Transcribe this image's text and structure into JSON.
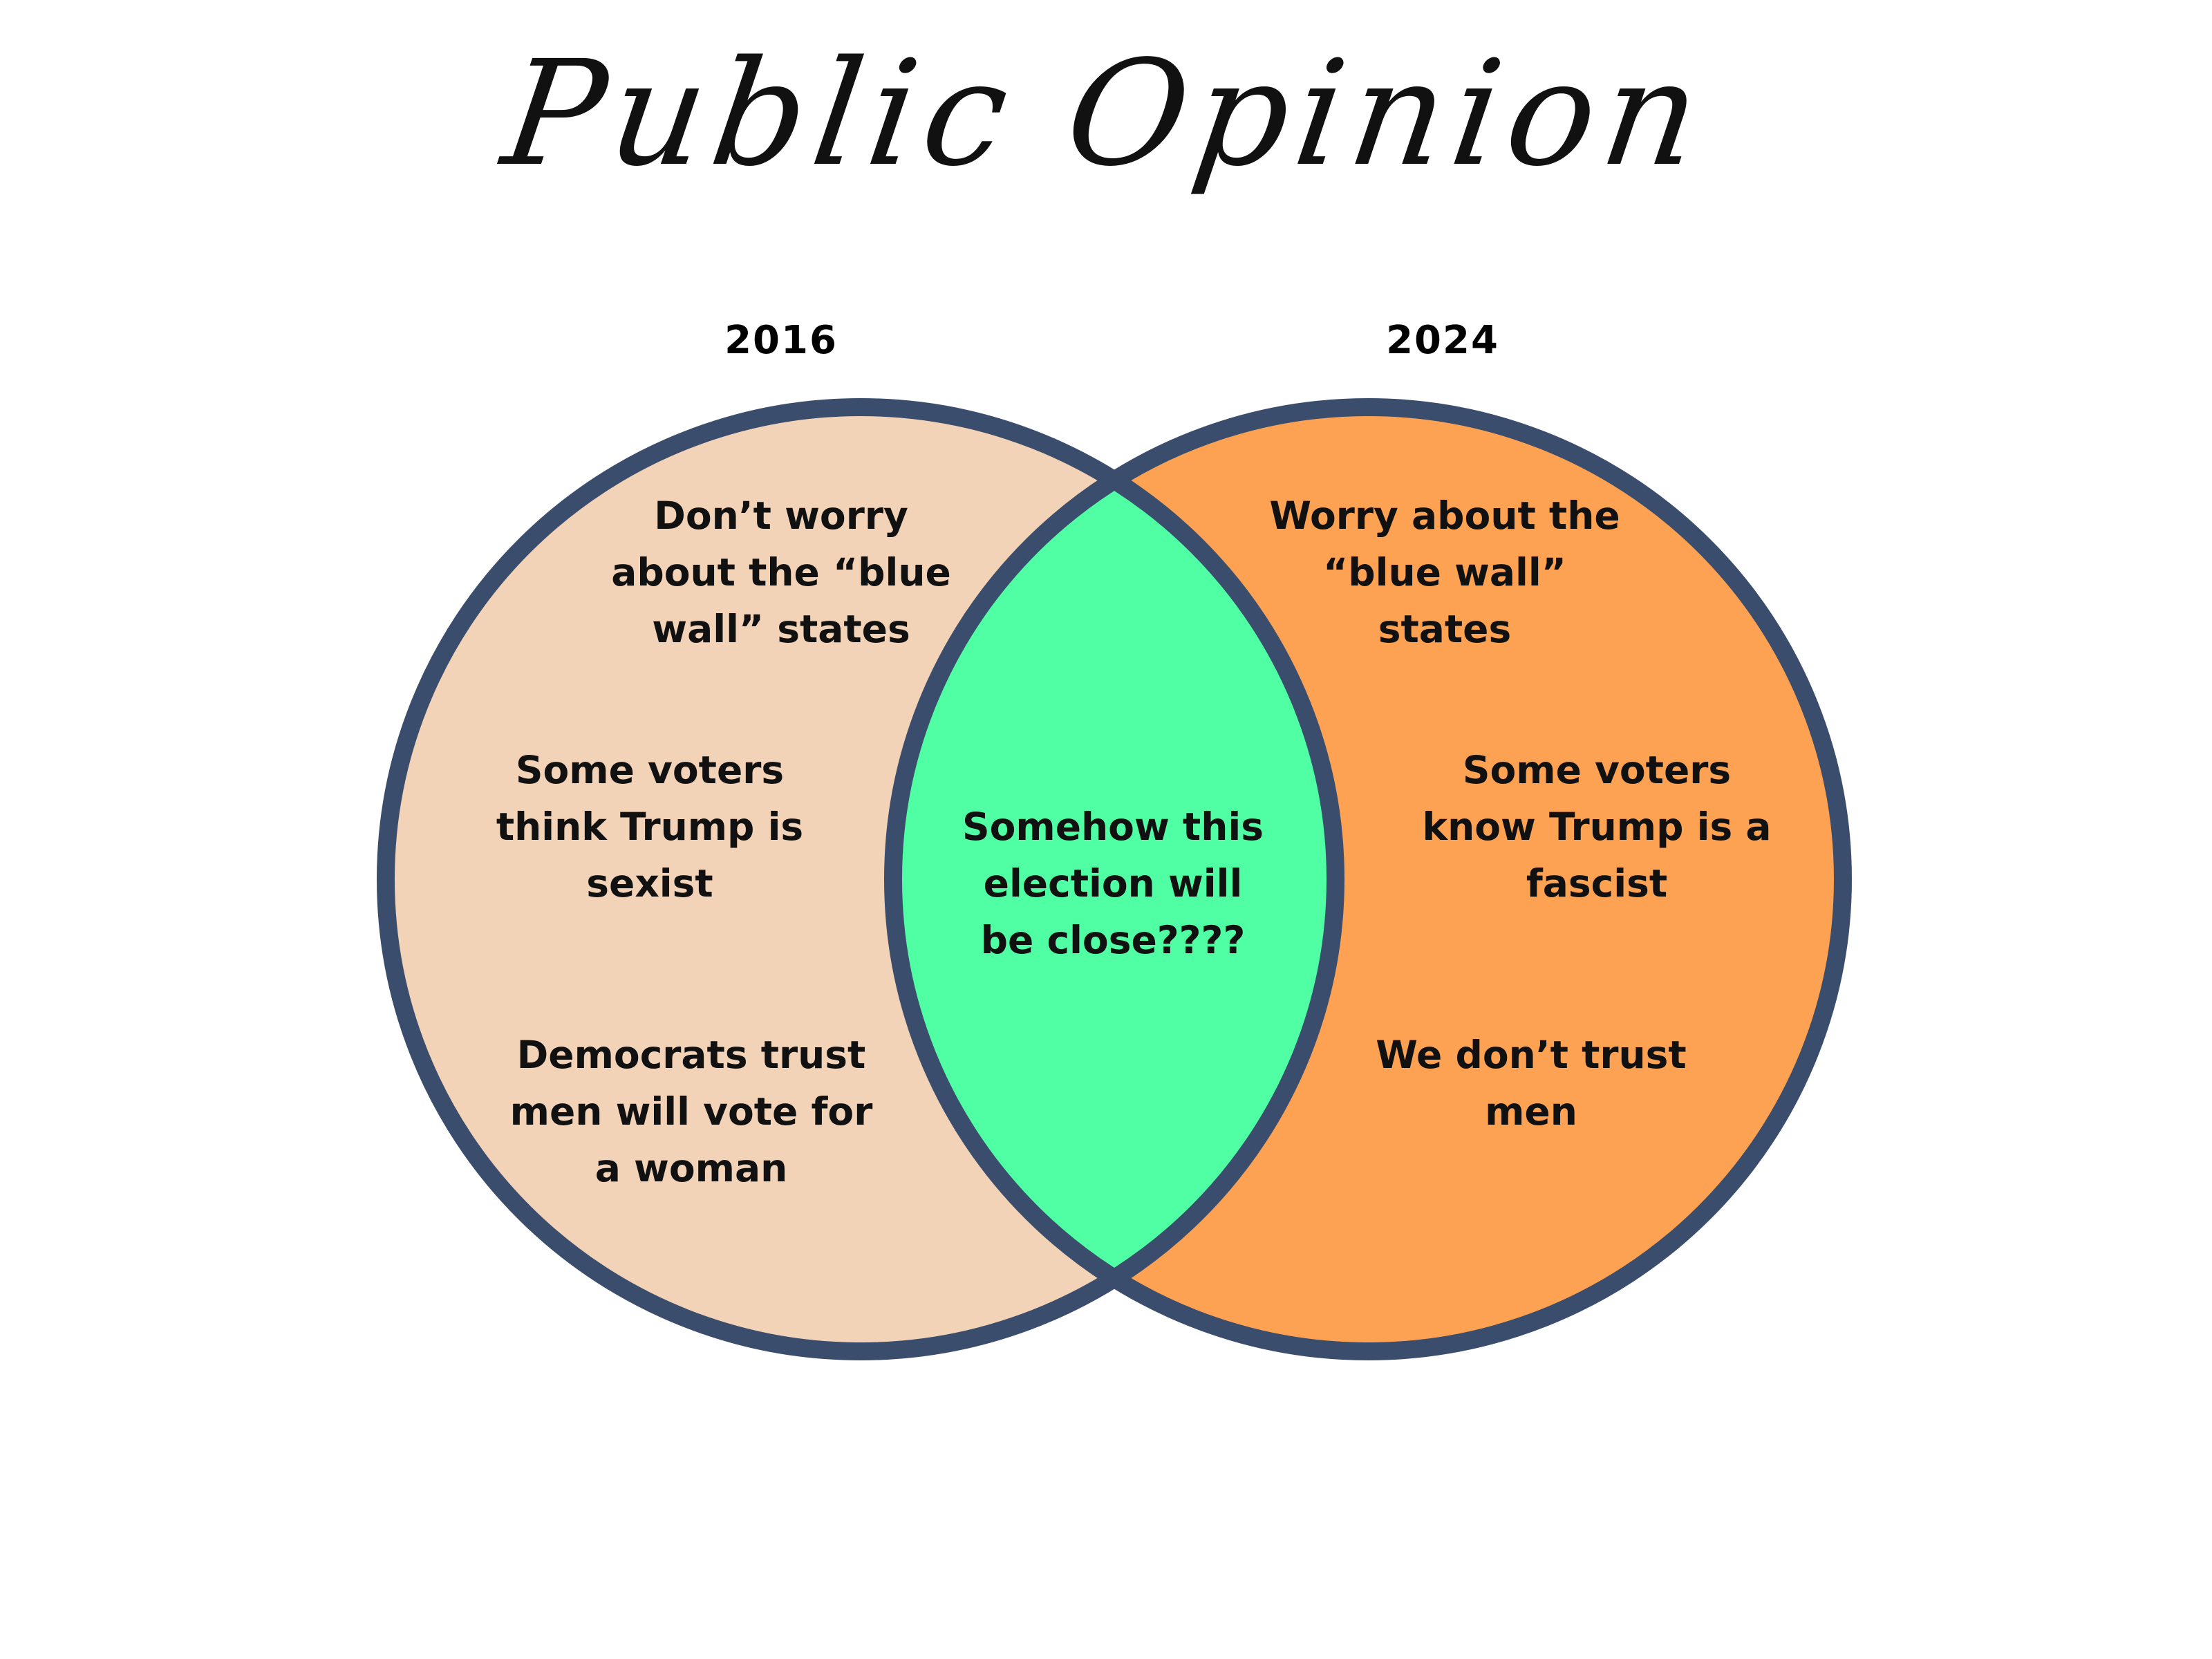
{
  "title": "Public Opinion",
  "sets": {
    "left": {
      "year": "2016",
      "color": "#f3d3b8",
      "items": [
        "Don’t worry\nabout the “blue\nwall” states",
        "Some voters\nthink Trump is\nsexist",
        "Democrats trust\nmen will vote for\na woman"
      ]
    },
    "right": {
      "year": "2024",
      "color": "#fda252",
      "items": [
        "Worry about the\n“blue wall”\nstates",
        "Some voters\nknow Trump is a\nfascist",
        "We don’t trust\nmen"
      ]
    },
    "overlap": {
      "color": "#50fea4",
      "text": "Somehow this\nelection will\nbe close????"
    }
  },
  "outline_color": "#3b4d6c"
}
